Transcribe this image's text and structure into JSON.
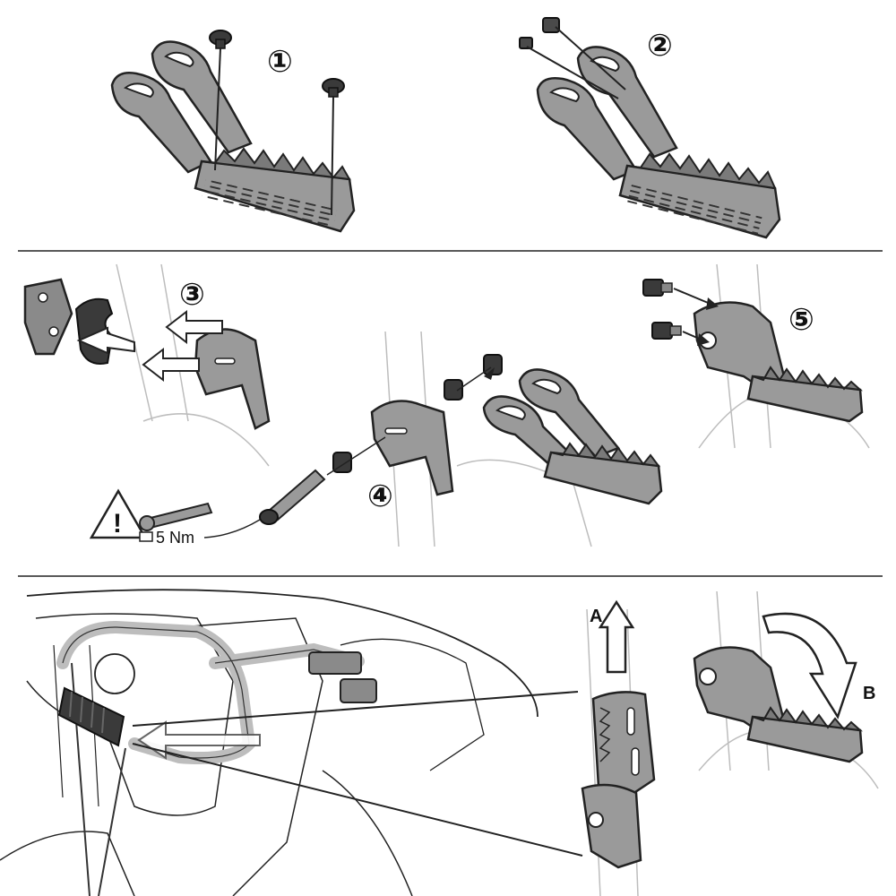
{
  "steps": [
    {
      "id": "1",
      "label": "①"
    },
    {
      "id": "2",
      "label": "②"
    },
    {
      "id": "3",
      "label": "③"
    },
    {
      "id": "4",
      "label": "④"
    },
    {
      "id": "5",
      "label": "⑤"
    }
  ],
  "torque": {
    "value": "5 Nm",
    "warning_symbol": "!"
  },
  "directions": {
    "a": "A",
    "b": "B"
  },
  "colors": {
    "line": "#222222",
    "metal": "#9a9a9a",
    "metal_dark": "#6e6e6e",
    "rubber": "#3a3a3a",
    "frame": "#bdbdbd",
    "arrow_fill": "#ffffff",
    "background": "#ffffff"
  },
  "icons": [
    "warning-triangle-icon",
    "torque-wrench-icon",
    "bolt-icon",
    "nut-icon",
    "rubber-plug-icon",
    "arrow-icon"
  ]
}
